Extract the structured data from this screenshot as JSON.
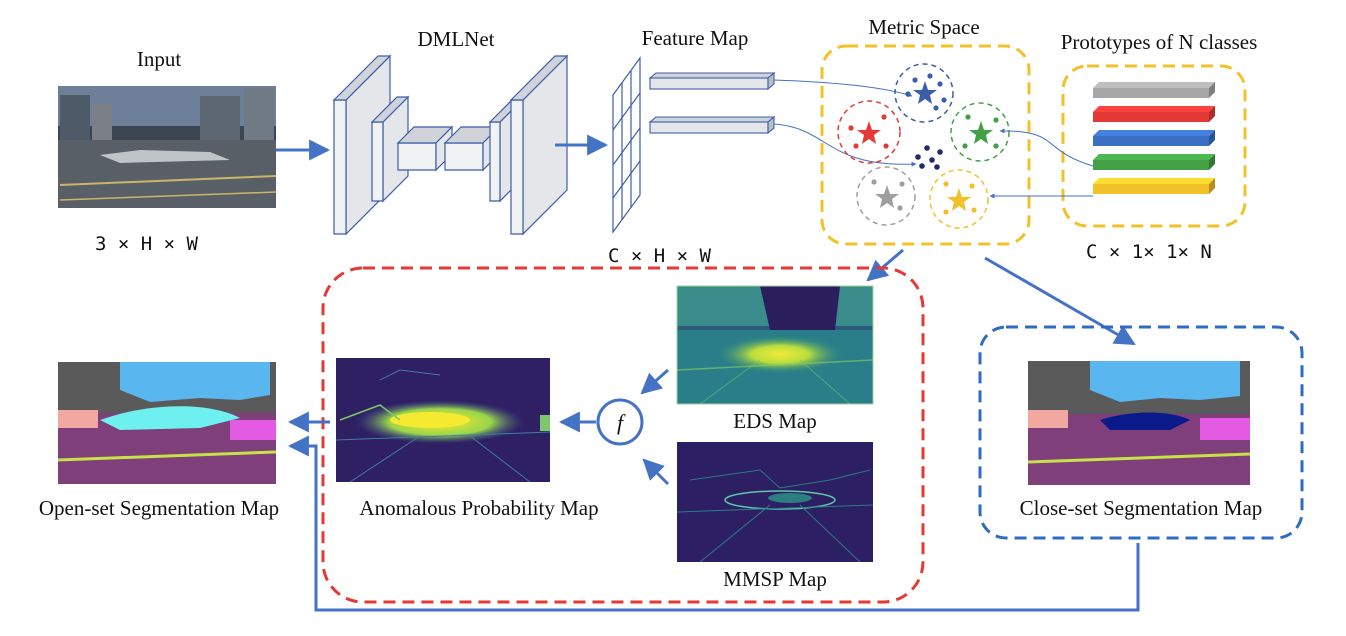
{
  "labels": {
    "input": "Input",
    "dmlnet": "DMLNet",
    "feature_map": "Feature Map",
    "metric_space": "Metric Space",
    "prototypes": "Prototypes of N classes",
    "input_dims": "3 × H × W",
    "feature_dims": "C × H × W",
    "prototype_dims": "C × 1× 1× N",
    "eds_map": "EDS Map",
    "mmsp_map": "MMSP Map",
    "anomalous_map": "Anomalous Probability Map",
    "open_set_map": "Open-set Segmentation Map",
    "close_set_map": "Close-set Segmentation Map",
    "fusion_symbol": "f"
  },
  "prototype_colors": [
    "#a6a6a6",
    "#e53935",
    "#3a6fc4",
    "#43a047",
    "#f2c029"
  ],
  "class_colors": {
    "blue": "#3b5ea8",
    "red": "#e53935",
    "green": "#43a047",
    "gray": "#9e9e9e",
    "yellow": "#f2c029"
  },
  "frame_colors": {
    "metric_space": "#f2c029",
    "anomaly_group": "#e53935",
    "close_set": "#2e6bc2",
    "arrow": "#4472c4"
  },
  "icons": [
    "star-icon",
    "fusion-icon",
    "arrow-icon"
  ]
}
